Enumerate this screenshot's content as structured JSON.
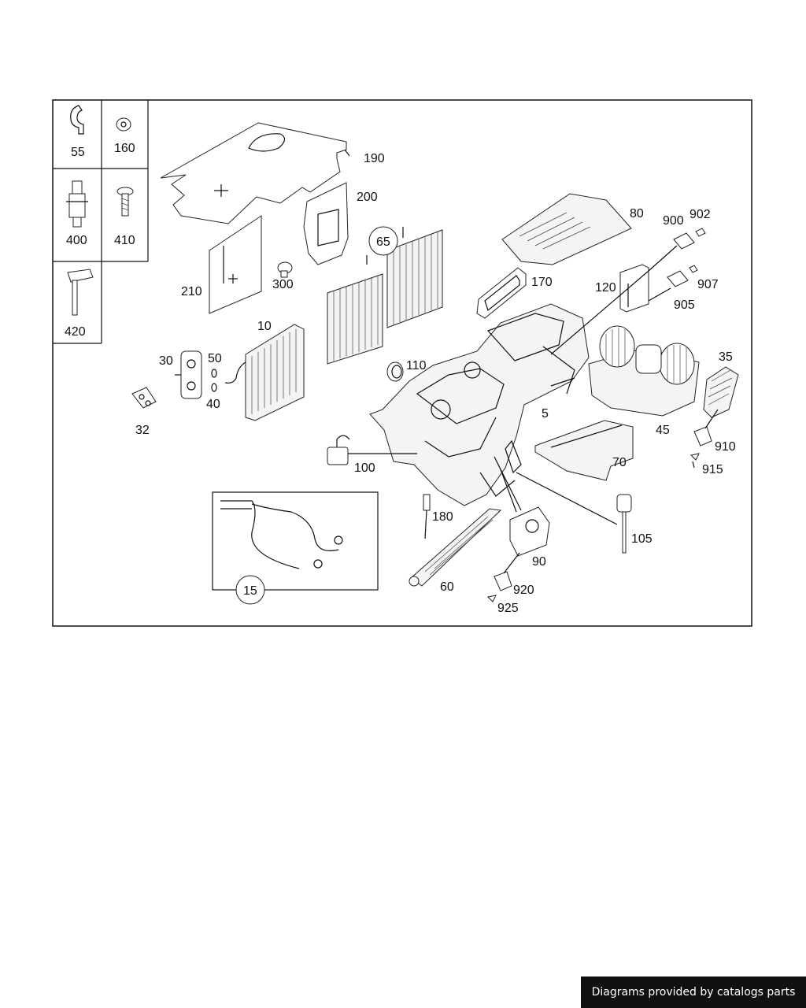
{
  "diagram": {
    "callouts": {
      "c55": "55",
      "c160": "160",
      "c400": "400",
      "c410": "410",
      "c420": "420",
      "c190": "190",
      "c200": "200",
      "c210": "210",
      "c300": "300",
      "c65": "65",
      "c10": "10",
      "c30": "30",
      "c50": "50",
      "c40": "40",
      "c32": "32",
      "c80": "80",
      "c900": "900",
      "c902": "902",
      "c170": "170",
      "c120": "120",
      "c907": "907",
      "c905": "905",
      "c110": "110",
      "c35": "35",
      "c5": "5",
      "c45": "45",
      "c910": "910",
      "c915": "915",
      "c70": "70",
      "c100": "100",
      "c180": "180",
      "c105": "105",
      "c90": "90",
      "c15": "15",
      "c60": "60",
      "c920": "920",
      "c925": "925"
    }
  },
  "footer": {
    "credit": "Diagrams provided by catalogs parts"
  }
}
